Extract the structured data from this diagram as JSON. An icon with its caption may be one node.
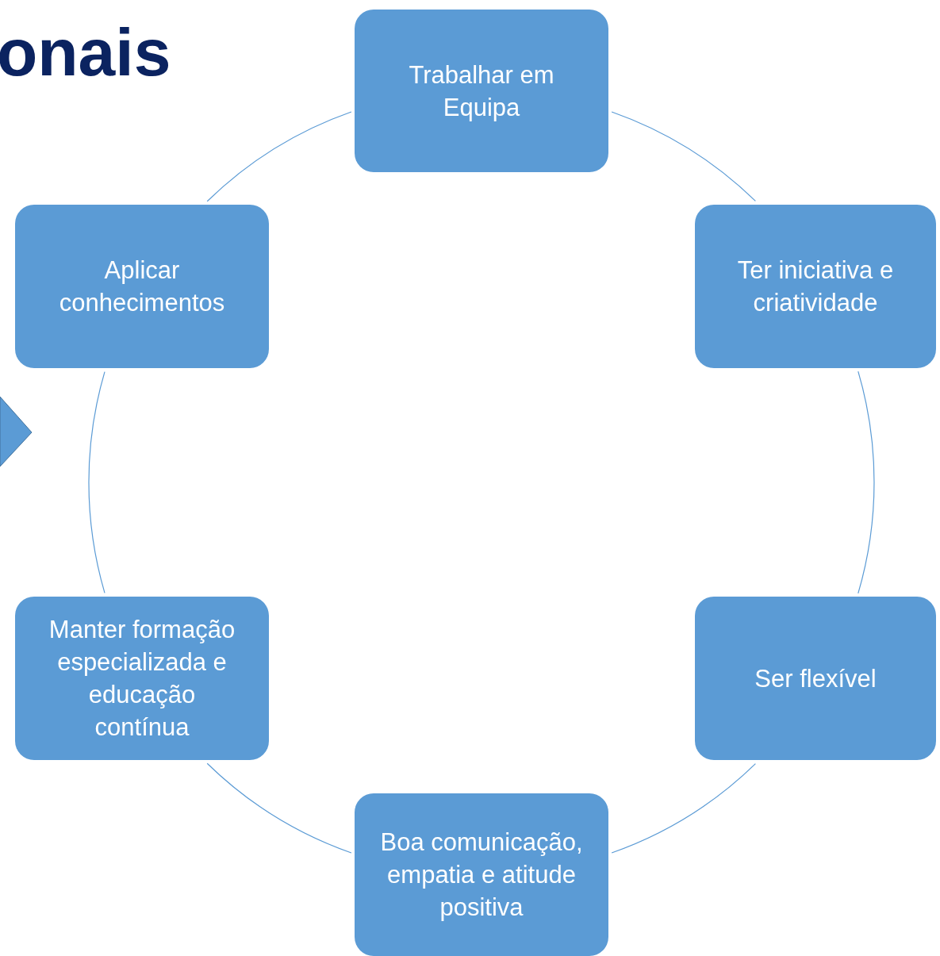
{
  "diagram": {
    "title": "onais",
    "nodes": [
      {
        "text": [
          "Trabalhar em Equipa"
        ]
      },
      {
        "text": [
          "Ter iniciativa e criatividade"
        ]
      },
      {
        "text": [
          "Ser flexível"
        ]
      },
      {
        "text": [
          "Boa comunicação, empatia e atitude positiva"
        ]
      },
      {
        "text": [
          "Manter formação especializada e educação contínua"
        ]
      },
      {
        "text": [
          "Aplicar conhecimentos"
        ]
      },
      {
        "text": [],
        "shape": "chevron"
      }
    ],
    "edges": [
      {
        "from": 0,
        "to": 1,
        "arrow": "none"
      },
      {
        "from": 1,
        "to": 2,
        "arrow": "none"
      },
      {
        "from": 2,
        "to": 3,
        "arrow": "none"
      },
      {
        "from": 3,
        "to": 4,
        "arrow": "none"
      },
      {
        "from": 4,
        "to": 5,
        "arrow": "none"
      },
      {
        "from": 5,
        "to": 0,
        "arrow": "none"
      }
    ]
  }
}
